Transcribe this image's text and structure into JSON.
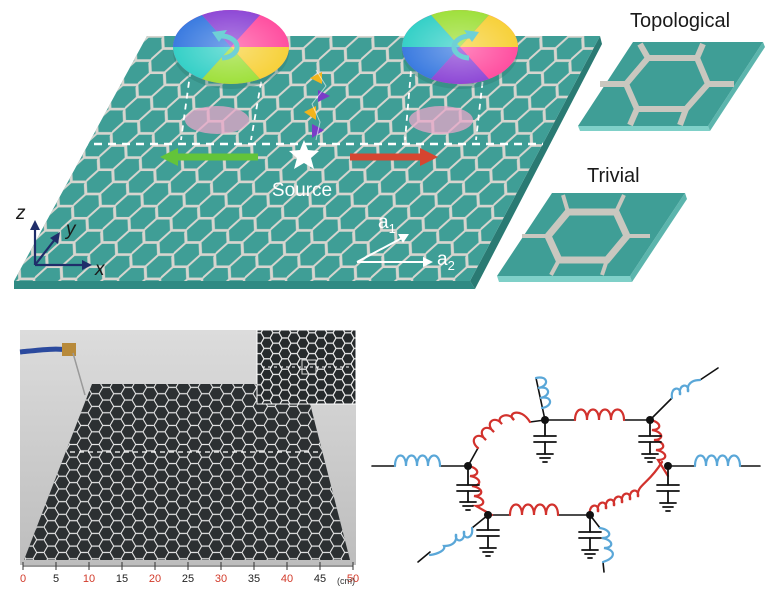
{
  "top_panel": {
    "label_topological": "Topological",
    "label_trivial": "Trivial",
    "label_source": "Source",
    "axes": {
      "z": "z",
      "y": "y",
      "x": "x"
    },
    "lattice_vectors": {
      "a1": "a",
      "a1_sub": "1",
      "a2": "a",
      "a2_sub": "2"
    }
  },
  "photo_panel": {
    "ruler_ticks": [
      "0",
      "5",
      "10",
      "15",
      "20",
      "25",
      "30",
      "35",
      "40",
      "45",
      "50"
    ],
    "ruler_unit": "(cm)",
    "ruler_red_ticks": [
      "0",
      "10",
      "20",
      "30",
      "40",
      "50"
    ]
  },
  "colors": {
    "slab": "#3f9e96",
    "slab_edge": "#2c7770",
    "strip": "#c9c7bf",
    "inductor_blue": "#5aa7d8",
    "inductor_red": "#d2322d",
    "arrow_green": "#63c43a",
    "arrow_red": "#d64530",
    "ruler_red": "#d23a2a"
  }
}
